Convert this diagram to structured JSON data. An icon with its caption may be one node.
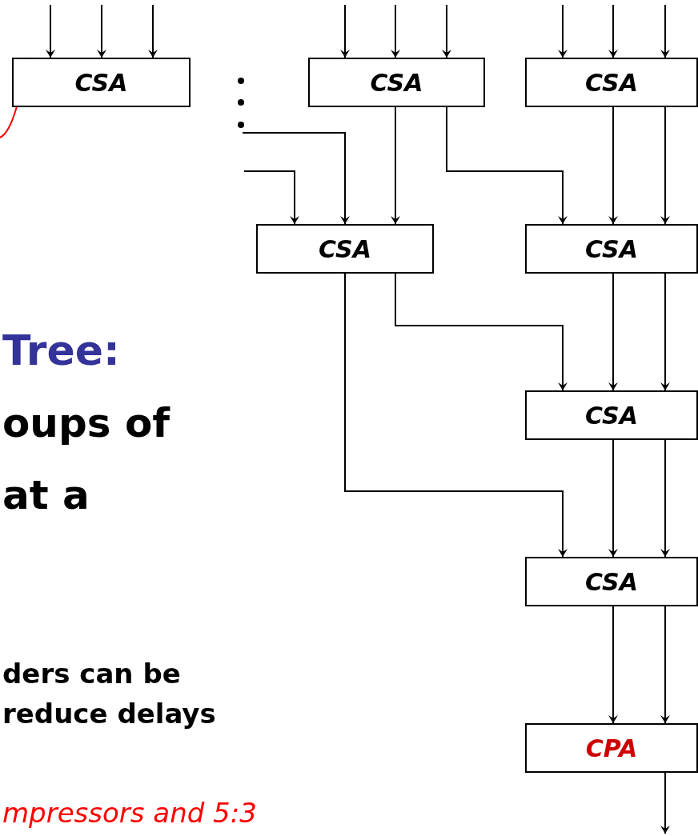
{
  "diagram": {
    "nodes": [
      {
        "text": [
          "CSA"
        ]
      },
      {
        "text": [
          "CSA"
        ]
      },
      {
        "text": [
          "CSA"
        ]
      },
      {
        "text": [
          "CSA"
        ]
      },
      {
        "text": [
          "CSA"
        ]
      },
      {
        "text": [
          "CSA"
        ]
      },
      {
        "text": [
          "CSA"
        ]
      },
      {
        "text": [
          "CPA"
        ]
      }
    ],
    "edges": [
      {
        "from": null,
        "to": 0,
        "arrow": "to"
      },
      {
        "from": null,
        "to": 0,
        "arrow": "to"
      },
      {
        "from": null,
        "to": 0,
        "arrow": "to"
      },
      {
        "from": null,
        "to": 1,
        "arrow": "to"
      },
      {
        "from": null,
        "to": 1,
        "arrow": "to"
      },
      {
        "from": null,
        "to": 1,
        "arrow": "to"
      },
      {
        "from": null,
        "to": 2,
        "arrow": "to"
      },
      {
        "from": null,
        "to": 2,
        "arrow": "to"
      },
      {
        "from": null,
        "to": 2,
        "arrow": "to"
      },
      {
        "from": null,
        "to": 0,
        "arrow": "to",
        "color": "#ff0000"
      },
      {
        "from": null,
        "to": 3,
        "arrow": "to"
      },
      {
        "from": null,
        "to": 3,
        "arrow": "to"
      },
      {
        "from": 1,
        "to": 3,
        "arrow": "to"
      },
      {
        "from": 1,
        "to": 4,
        "arrow": "to"
      },
      {
        "from": 2,
        "to": 4,
        "arrow": "to"
      },
      {
        "from": 2,
        "to": 4,
        "arrow": "to"
      },
      {
        "from": 3,
        "to": 5,
        "arrow": "to"
      },
      {
        "from": 3,
        "to": 6,
        "arrow": "to"
      },
      {
        "from": 4,
        "to": 5,
        "arrow": "to"
      },
      {
        "from": 4,
        "to": 5,
        "arrow": "to"
      },
      {
        "from": 5,
        "to": 6,
        "arrow": "to"
      },
      {
        "from": 5,
        "to": 6,
        "arrow": "to"
      },
      {
        "from": 6,
        "to": 7,
        "arrow": "to"
      },
      {
        "from": 6,
        "to": 7,
        "arrow": "to"
      },
      {
        "from": 7,
        "to": null,
        "arrow": "to"
      }
    ],
    "labels": [
      "Tree:",
      "oups of",
      "at a",
      "ders can be",
      "reduce delays",
      "mpressors and 5:3"
    ]
  }
}
